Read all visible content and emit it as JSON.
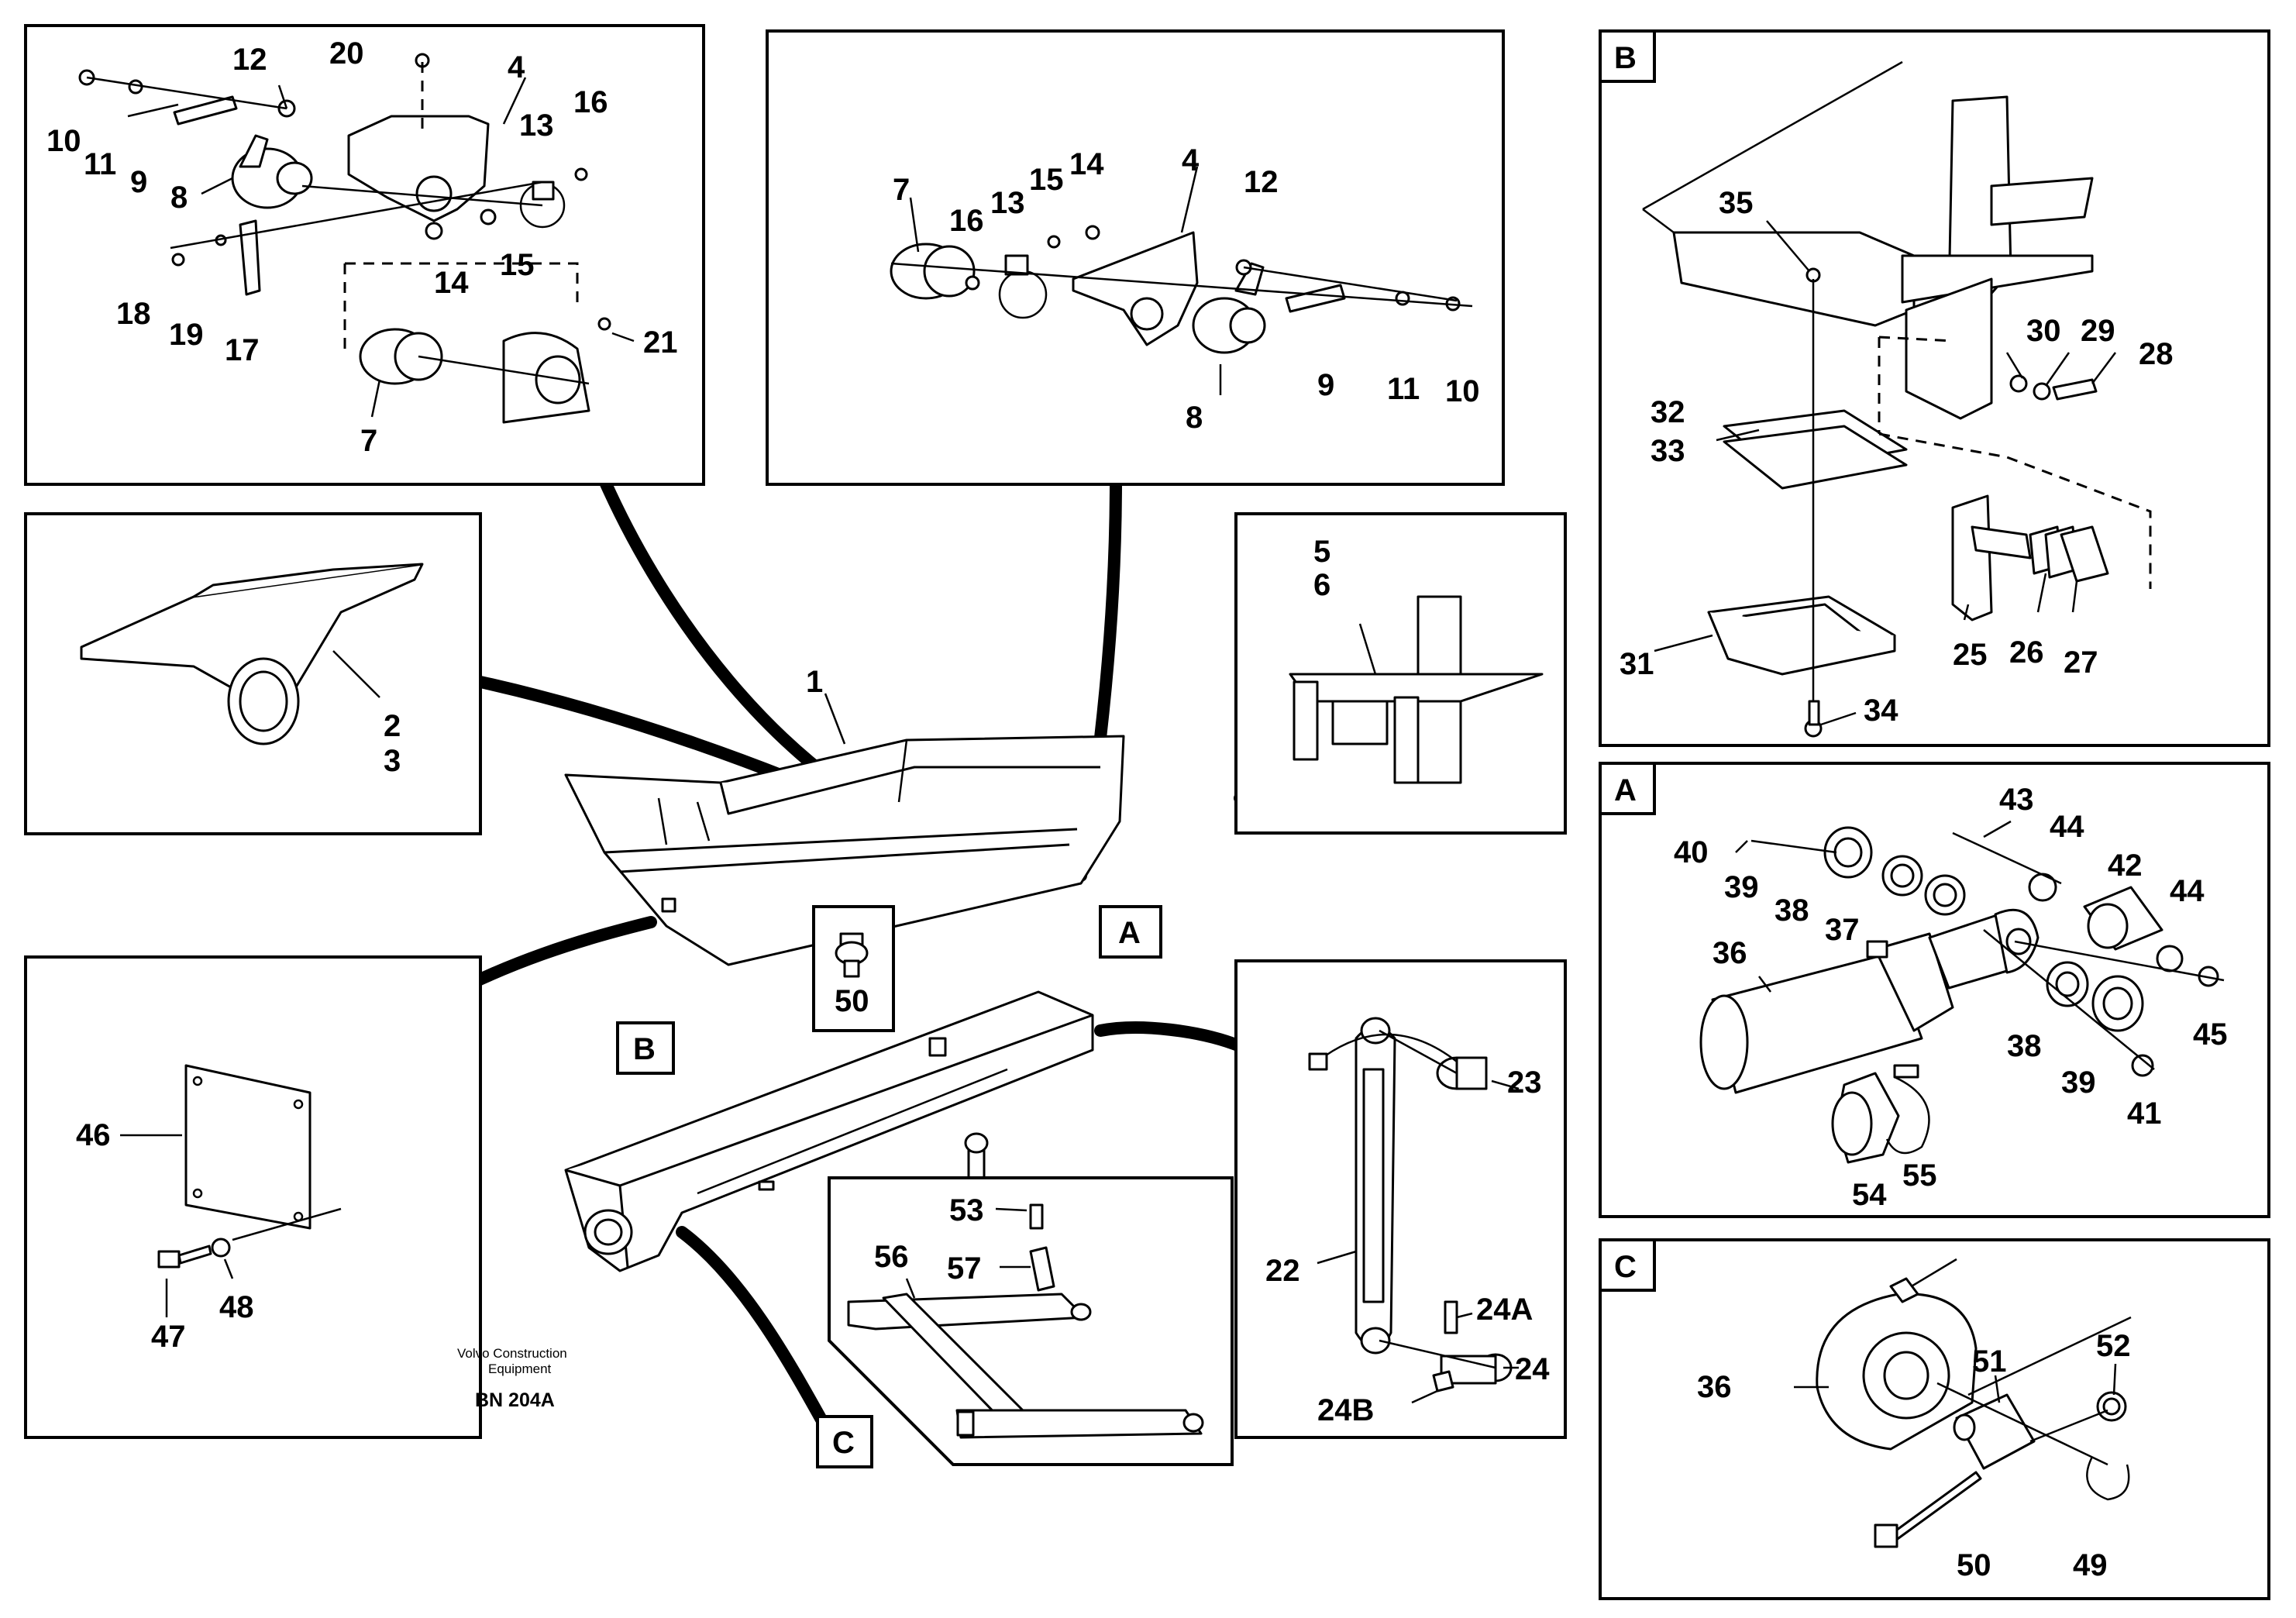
{
  "panels": {
    "top_left": {
      "labels": [
        "12",
        "20",
        "4",
        "10",
        "11",
        "9",
        "8",
        "13",
        "16",
        "18",
        "19",
        "17",
        "14",
        "15",
        "7",
        "21"
      ]
    },
    "top_mid": {
      "labels": [
        "7",
        "16",
        "13",
        "15",
        "14",
        "4",
        "12",
        "8",
        "9",
        "11",
        "10"
      ]
    },
    "left_mid": {
      "labels": [
        "2",
        "3"
      ]
    },
    "bracket": {
      "labels": [
        "5",
        "6"
      ]
    },
    "plate": {
      "labels": [
        "46",
        "47",
        "48"
      ]
    },
    "link": {
      "labels": [
        "23",
        "22",
        "24A",
        "24",
        "24B"
      ]
    },
    "lever": {
      "labels": [
        "53",
        "56",
        "57"
      ]
    },
    "fitting": {
      "labels": [
        "50"
      ]
    },
    "panel_b": {
      "tag": "B",
      "labels": [
        "35",
        "30",
        "29",
        "28",
        "32",
        "33",
        "31",
        "25",
        "26",
        "27",
        "34"
      ]
    },
    "panel_a": {
      "tag": "A",
      "labels": [
        "43",
        "44",
        "40",
        "39",
        "42",
        "38",
        "37",
        "36",
        "45",
        "54",
        "55",
        "41"
      ]
    },
    "panel_c": {
      "tag": "C",
      "labels": [
        "52",
        "51",
        "36",
        "50",
        "49"
      ]
    },
    "center": {
      "labels": [
        "1"
      ]
    }
  },
  "callout_tags": [
    "A",
    "B",
    "C"
  ],
  "footer": {
    "maker_line1": "Volvo Construction",
    "maker_line2": "Equipment",
    "code": "BN 204A"
  }
}
